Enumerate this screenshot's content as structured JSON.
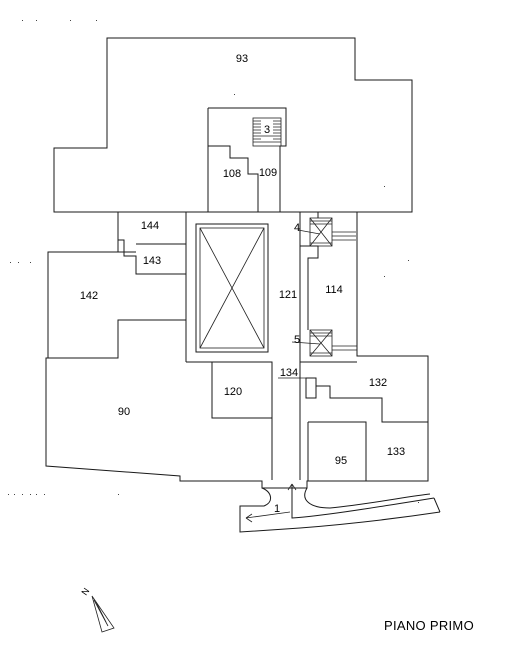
{
  "plan": {
    "title": "PIANO PRIMO",
    "north_label": "N",
    "rooms": {
      "r93": "93",
      "r3": "3",
      "r108": "108",
      "r109": "109",
      "r144": "144",
      "r143": "143",
      "r142": "142",
      "r121": "121",
      "r4": "4",
      "r114": "114",
      "r5": "5",
      "r134": "134",
      "r132": "132",
      "r120": "120",
      "r90": "90",
      "r95": "95",
      "r133": "133",
      "r1": "1"
    }
  }
}
